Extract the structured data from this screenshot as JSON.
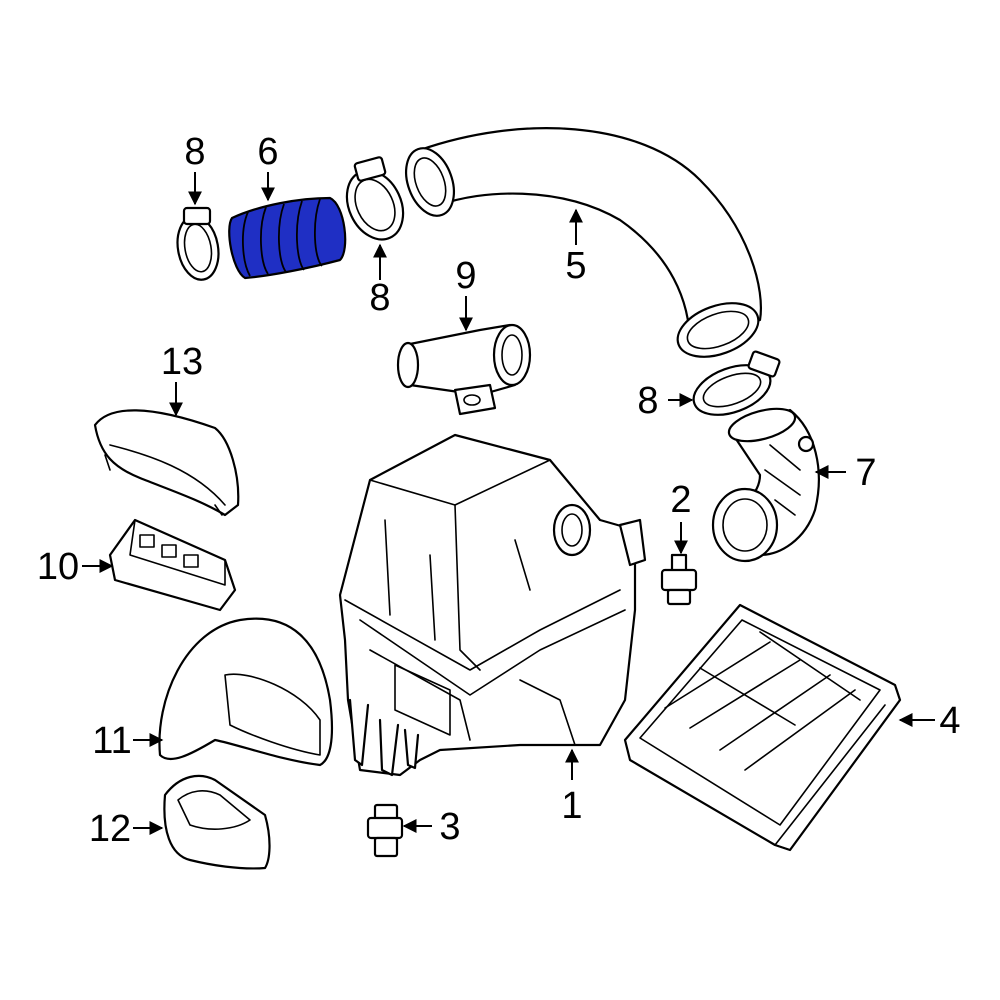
{
  "highlight_color": "#1f2fc4",
  "highlighted_part": "6",
  "callouts": {
    "c1": "1",
    "c2": "2",
    "c3": "3",
    "c4": "4",
    "c5": "5",
    "c6": "6",
    "c7": "7",
    "c8a": "8",
    "c8b": "8",
    "c8c": "8",
    "c9": "9",
    "c10": "10",
    "c11": "11",
    "c12": "12",
    "c13": "13"
  }
}
